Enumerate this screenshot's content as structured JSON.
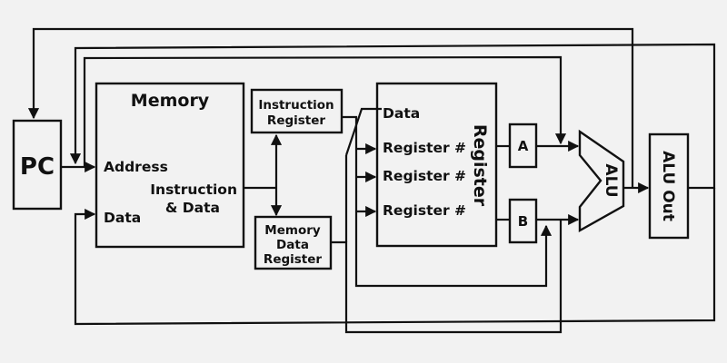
{
  "diagram": {
    "type": "multicycle-datapath",
    "pc": {
      "label": "PC"
    },
    "memory": {
      "title": "Memory",
      "address_port": "Address",
      "data_port": "Data",
      "output_line1": "Instruction",
      "output_line2": "& Data"
    },
    "instruction_register": {
      "line1": "Instruction",
      "line2": "Register"
    },
    "memory_data_register": {
      "line1": "Memory",
      "line2": "Data",
      "line3": "Register"
    },
    "register_file": {
      "title": "Register",
      "data_port": "Data",
      "reg_ports": [
        "Register #",
        "Register #",
        "Register #"
      ]
    },
    "reg_a": {
      "label": "A"
    },
    "reg_b": {
      "label": "B"
    },
    "alu": {
      "label": "ALU"
    },
    "alu_out": {
      "label": "ALU Out"
    },
    "connections": [
      {
        "from": "pc",
        "to": "memory.address"
      },
      {
        "from": "alu",
        "to": "pc"
      },
      {
        "from": "alu_out",
        "to": "memory.address"
      },
      {
        "from": "pc",
        "to": "alu.input_a"
      },
      {
        "from": "memory.instruction_data",
        "to": "instruction_register"
      },
      {
        "from": "memory.instruction_data",
        "to": "memory_data_register"
      },
      {
        "from": "instruction_register",
        "to": "register_file.reg_ports"
      },
      {
        "from": "memory_data_register",
        "to": "register_file.data"
      },
      {
        "from": "register_file",
        "to": "reg_a"
      },
      {
        "from": "register_file",
        "to": "reg_b"
      },
      {
        "from": "reg_a",
        "to": "alu.input_a"
      },
      {
        "from": "reg_b",
        "to": "alu.input_b"
      },
      {
        "from": "reg_b",
        "to": "memory.data"
      },
      {
        "from": "instruction_register",
        "to": "alu.input_b"
      },
      {
        "from": "alu",
        "to": "alu_out"
      },
      {
        "from": "alu_out",
        "to": "register_file.data"
      }
    ]
  }
}
